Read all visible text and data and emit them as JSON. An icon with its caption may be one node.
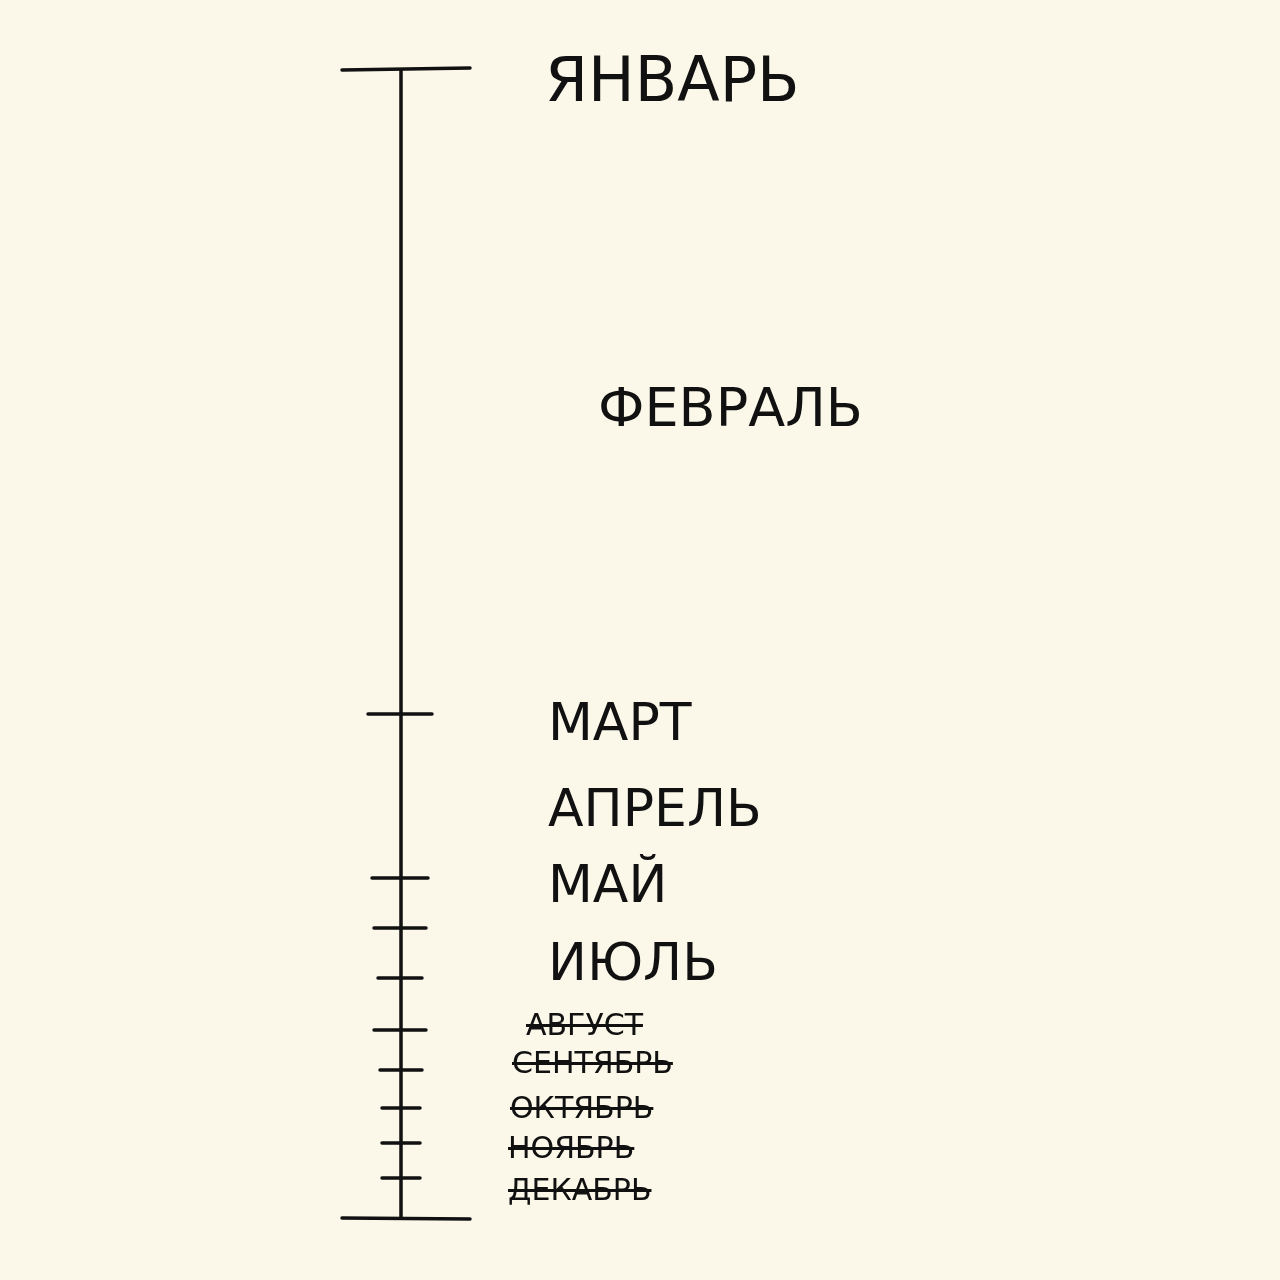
{
  "diagram": {
    "labels": [
      "ЯНВАРЬ",
      "ФЕВРАЛЬ",
      "МАРТ",
      "АПРЕЛЬ",
      "МАЙ",
      "ИЮЛЬ",
      "АВГУСТ",
      "СЕНТЯБРЬ",
      "ОКТЯБРЬ",
      "НОЯБРЬ",
      "ДЕКАБРЬ"
    ]
  }
}
